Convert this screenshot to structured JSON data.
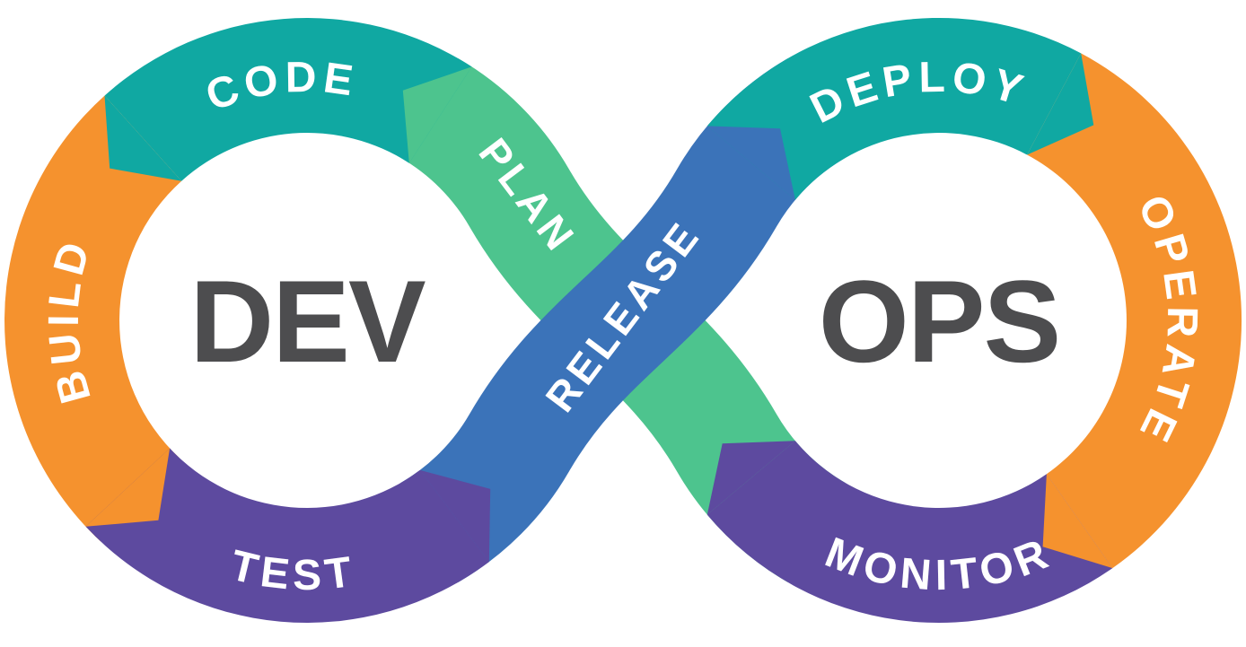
{
  "diagram": {
    "name": "DevOps infinity loop",
    "title_left": "DEV",
    "title_right": "OPS",
    "background_color": "#FFFFFF",
    "center_text_color": "#4D4D4F",
    "stage_label_color": "#FFFFFF",
    "stages": [
      {
        "id": "plan",
        "label": "PLAN",
        "color": "#4DC48E",
        "type": "crossing-band",
        "loop": "dev-to-ops"
      },
      {
        "id": "code",
        "label": "CODE",
        "color": "#10A8A2",
        "type": "arc",
        "loop": "dev",
        "position": "top"
      },
      {
        "id": "build",
        "label": "BUILD",
        "color": "#F5922E",
        "type": "arc",
        "loop": "dev",
        "position": "left"
      },
      {
        "id": "test",
        "label": "TEST",
        "color": "#5D4A9F",
        "type": "arc",
        "loop": "dev",
        "position": "bottom"
      },
      {
        "id": "release",
        "label": "RELEASE",
        "color": "#3B73B9",
        "type": "crossing-band",
        "loop": "dev-to-ops"
      },
      {
        "id": "deploy",
        "label": "DEPLOY",
        "color": "#10A8A2",
        "type": "arc",
        "loop": "ops",
        "position": "top"
      },
      {
        "id": "operate",
        "label": "OPERATE",
        "color": "#F5922E",
        "type": "arc",
        "loop": "ops",
        "position": "right"
      },
      {
        "id": "monitor",
        "label": "MONITOR",
        "color": "#5D4A9F",
        "type": "arc",
        "loop": "ops",
        "position": "bottom"
      }
    ]
  }
}
